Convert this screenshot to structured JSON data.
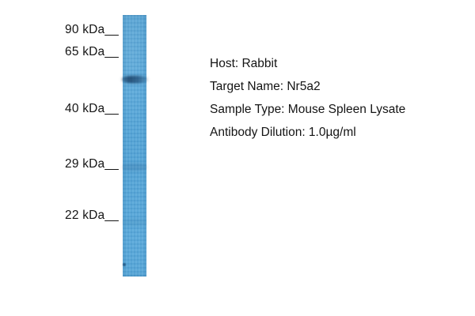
{
  "figure": {
    "type": "western-blot",
    "markers": [
      {
        "label": "90 kDa__"
      },
      {
        "label": "65 kDa__"
      },
      {
        "label": "40 kDa__"
      },
      {
        "label": "29 kDa__"
      },
      {
        "label": "22 kDa__"
      }
    ],
    "annotations": [
      "Host: Rabbit",
      "Target Name: Nr5a2",
      "Sample Type: Mouse Spleen Lysate",
      "Antibody Dilution: 1.0µg/ml"
    ],
    "bands": [
      {
        "intensity": "strong",
        "location": "between 65 kDa and 40 kDa markers"
      },
      {
        "intensity": "very faint",
        "location": "near 29 kDa marker"
      },
      {
        "intensity": "very faint",
        "location": "near 22 kDa marker"
      }
    ]
  },
  "colors": {
    "background": "#ffffff",
    "lane_blue": "#57a8da",
    "band_dark": "#2a5d8e",
    "text": "#141414"
  }
}
